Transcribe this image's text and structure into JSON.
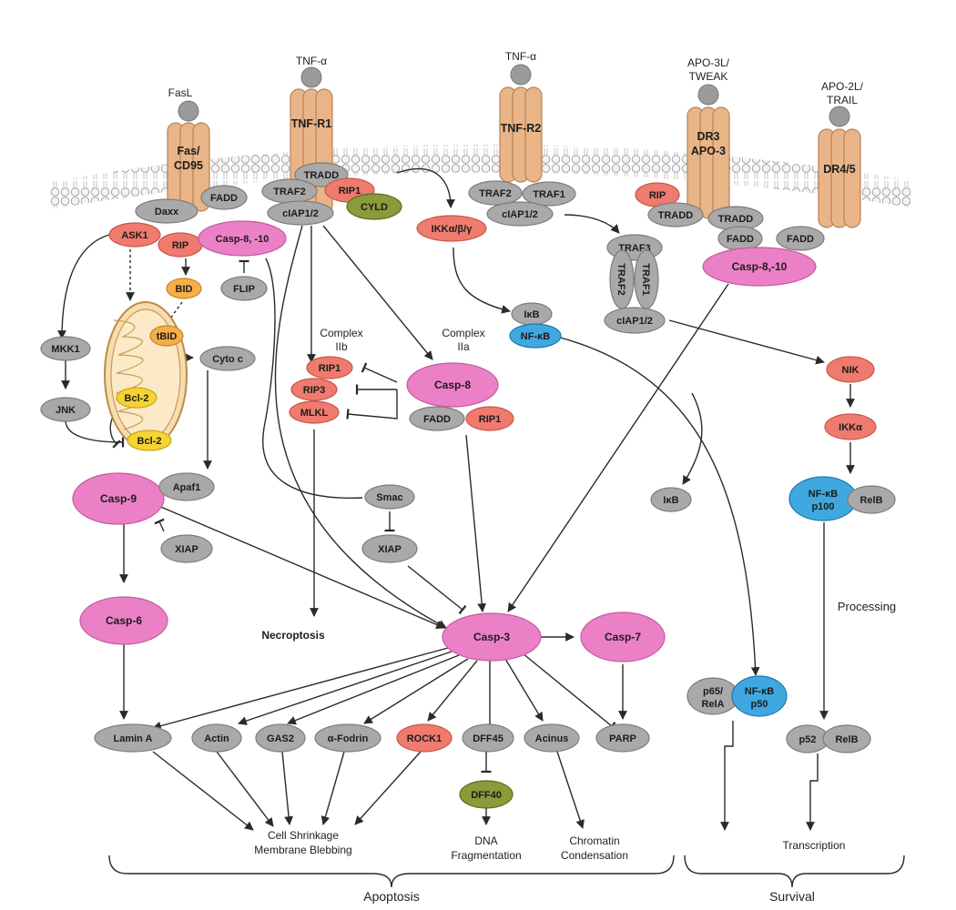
{
  "colors": {
    "grey": "#a9a9a9",
    "red": "#ee7b6e",
    "pink": "#ec80c6",
    "orange": "#f7ae48",
    "yellow": "#f5d332",
    "blue": "#3fa8e0",
    "olive": "#8c9a3a",
    "receptor": "#e9b487",
    "mito": "#f6ddb0"
  },
  "ligands": {
    "fasl": "FasL",
    "tnf1": "TNF-α",
    "tnf2": "TNF-α",
    "apo3l_1": "APO-3L/",
    "apo3l_2": "TWEAK",
    "apo2l_1": "APO-2L/",
    "apo2l_2": "TRAIL"
  },
  "receptors": {
    "fas_1": "Fas/",
    "fas_2": "CD95",
    "tnfr1": "TNF-R1",
    "tnfr2": "TNF-R2",
    "dr3_1": "DR3",
    "dr3_2": "APO-3",
    "dr45": "DR4/5"
  },
  "nodes": {
    "daxx": "Daxx",
    "fadd_fas": "FADD",
    "ask1": "ASK1",
    "rip_fas": "RIP",
    "casp810_left": "Casp-8, -10",
    "bid": "BID",
    "flip": "FLIP",
    "tbid": "tBID",
    "bcl2_a": "Bcl-2",
    "bcl2_b": "Bcl-2",
    "cytoc": "Cyto c",
    "mkk1": "MKK1",
    "jnk": "JNK",
    "tradd1": "TRADD",
    "traf2_r1": "TRAF2",
    "rip1_r1": "RIP1",
    "ciap_r1": "cIAP1/2",
    "cyld": "CYLD",
    "ikk": "IKKα/β/γ",
    "traf2_r2": "TRAF2",
    "traf1_r2": "TRAF1",
    "ciap_r2": "cIAP1/2",
    "traf3": "TRAF3",
    "traf2_v": "TRAF2",
    "traf1_v": "TRAF1",
    "ciap_mid": "cIAP1/2",
    "rip_dr3": "RIP",
    "tradd_dr3a": "TRADD",
    "tradd_dr3b": "TRADD",
    "fadd_dr3": "FADD",
    "fadd_dr45": "FADD",
    "casp810_right": "Casp-8,-10",
    "ikb_top": "IκB",
    "nfkb_top": "NF-κB",
    "rip1_c2b": "RIP1",
    "rip3": "RIP3",
    "mlkl": "MLKL",
    "casp8_c2a": "Casp-8",
    "fadd_c2a": "FADD",
    "rip1_c2a": "RIP1",
    "nik": "NIK",
    "ikka": "IKKα",
    "casp9": "Casp-9",
    "apaf1": "Apaf1",
    "xiap_left": "XIAP",
    "smac": "Smac",
    "xiap_mid": "XIAP",
    "ikb_free": "IκB",
    "nfkb_p100_1": "NF-κB",
    "nfkb_p100_2": "p100",
    "relb_top": "RelB",
    "casp6": "Casp-6",
    "casp3": "Casp-3",
    "casp7": "Casp-7",
    "p65_1": "p65/",
    "p65_2": "RelA",
    "nfkb_p50_1": "NF-κB",
    "nfkb_p50_2": "p50",
    "lamina": "Lamin A",
    "actin": "Actin",
    "gas2": "GAS2",
    "fodrin": "α-Fodrin",
    "rock1": "ROCK1",
    "dff45": "DFF45",
    "acinus": "Acinus",
    "parp": "PARP",
    "p52": "p52",
    "relb_bot": "RelB",
    "dff40": "DFF40"
  },
  "labels": {
    "complex_iib_1": "Complex",
    "complex_iib_2": "IIb",
    "complex_iia_1": "Complex",
    "complex_iia_2": "IIa",
    "necroptosis": "Necroptosis",
    "processing": "Processing",
    "cell_shrink_1": "Cell Shrinkage",
    "cell_shrink_2": "Membrane Blebbing",
    "dna_frag_1": "DNA",
    "dna_frag_2": "Fragmentation",
    "chromatin_1": "Chromatin",
    "chromatin_2": "Condensation",
    "transcription": "Transcription",
    "apoptosis": "Apoptosis",
    "survival": "Survival"
  }
}
